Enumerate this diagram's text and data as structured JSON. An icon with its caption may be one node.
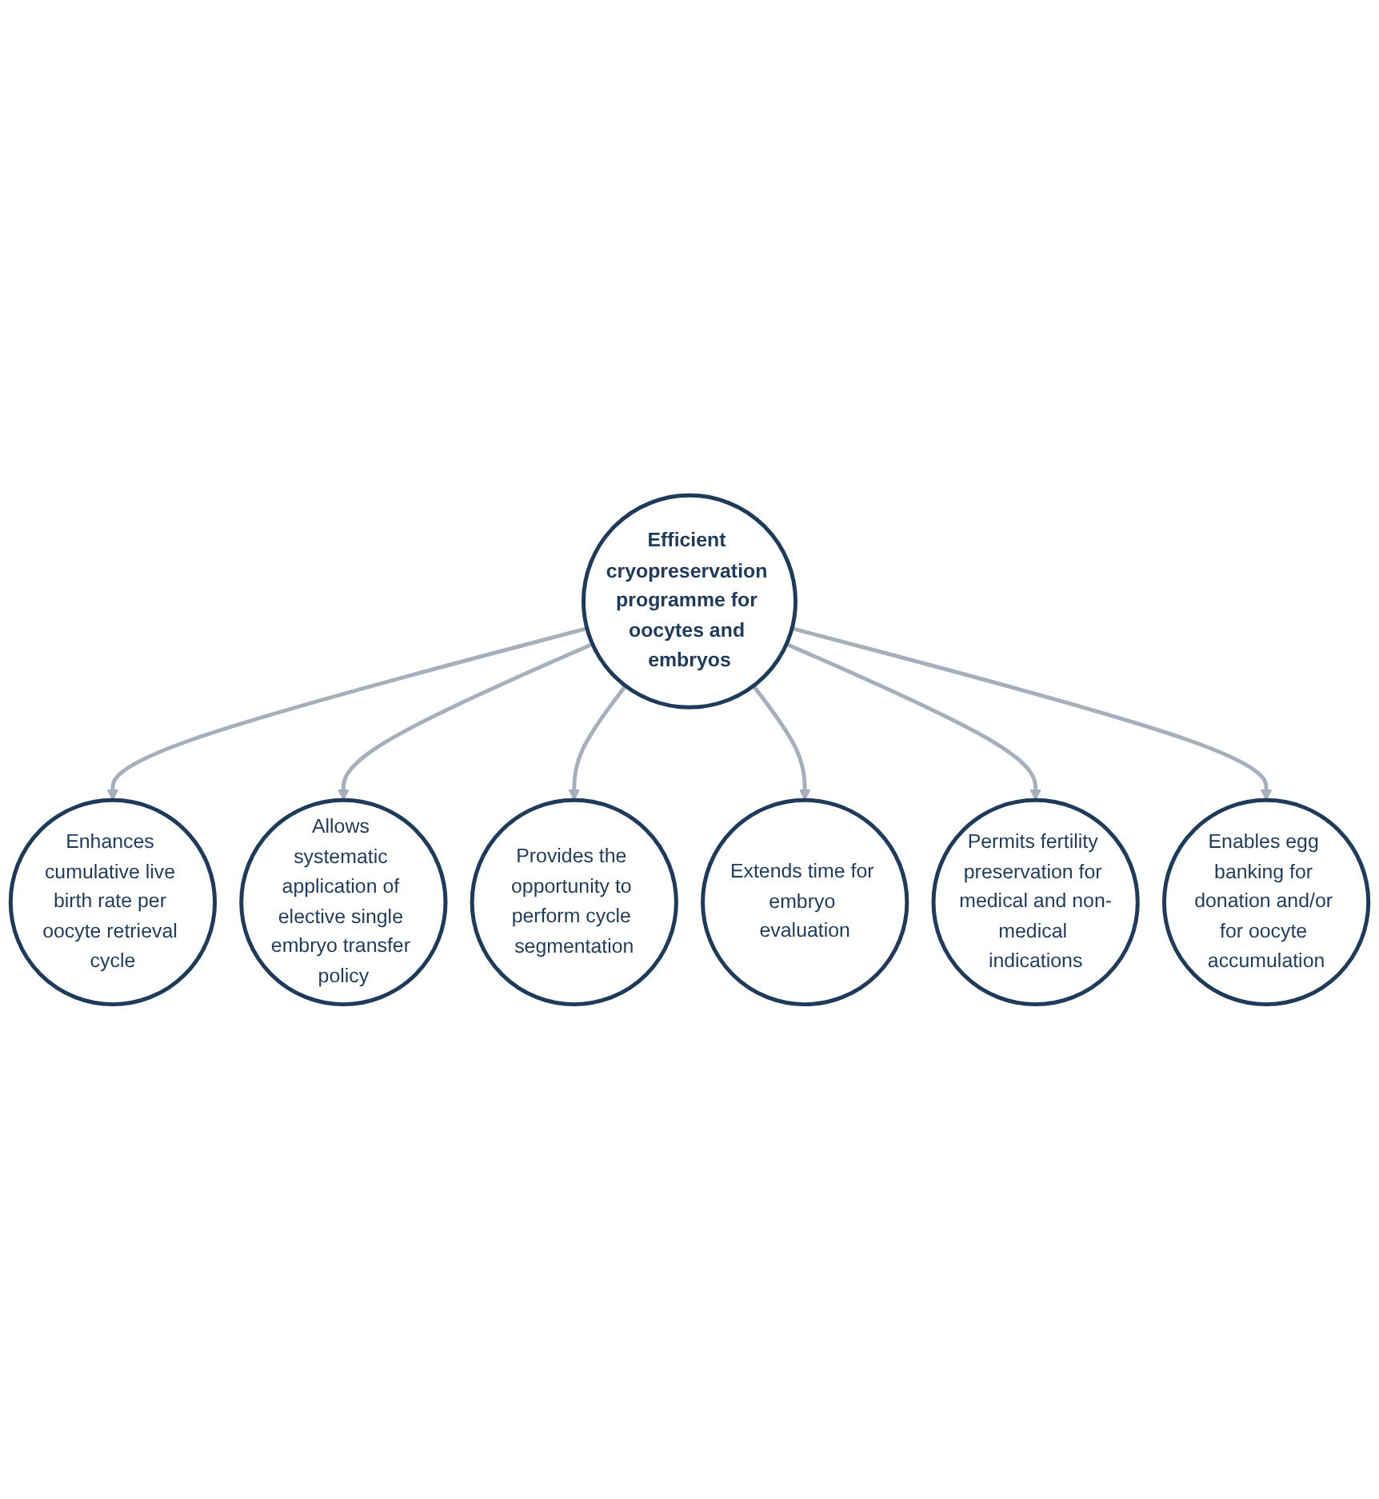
{
  "diagram": {
    "nodes": [
      {
        "text": [
          "Enhances cumulative live birth rate per oocyte retrieval cycle"
        ]
      },
      {
        "text": [
          "Enables egg banking for donation and/or for oocyte accumulation"
        ]
      },
      {
        "text": [
          "Allows systematic application of elective single embryo transfer policy"
        ]
      },
      {
        "text": [
          "Efficient cryopreservation programme for oocytes and embryos"
        ]
      },
      {
        "text": [
          "Permits fertility preservation for medical and non-medical indications"
        ]
      },
      {
        "text": [
          "Provides the opportunity to perform cycle segmentation"
        ]
      },
      {
        "text": [
          "Extends time for embryo evaluation"
        ]
      }
    ],
    "edges": [
      {
        "from": 3,
        "to": 0,
        "arrow": "to"
      },
      {
        "from": 3,
        "to": 2,
        "arrow": "to"
      },
      {
        "from": 3,
        "to": 5,
        "arrow": "to"
      },
      {
        "from": 3,
        "to": 6,
        "arrow": "to"
      },
      {
        "from": 3,
        "to": 4,
        "arrow": "to"
      },
      {
        "from": 3,
        "to": 1,
        "arrow": "to"
      }
    ]
  }
}
